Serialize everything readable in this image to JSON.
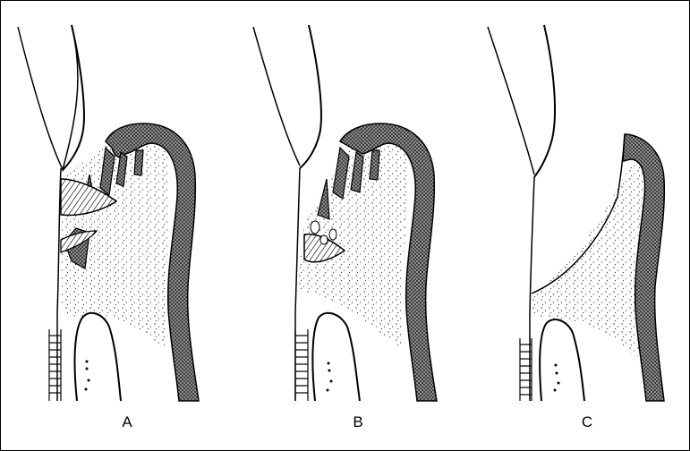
{
  "figure": {
    "panels": [
      {
        "label": "A"
      },
      {
        "label": "B"
      },
      {
        "label": "C"
      }
    ],
    "colors": {
      "ink": "#000000",
      "paper": "#ffffff",
      "hatch_fill": "#8a8a8a"
    }
  }
}
